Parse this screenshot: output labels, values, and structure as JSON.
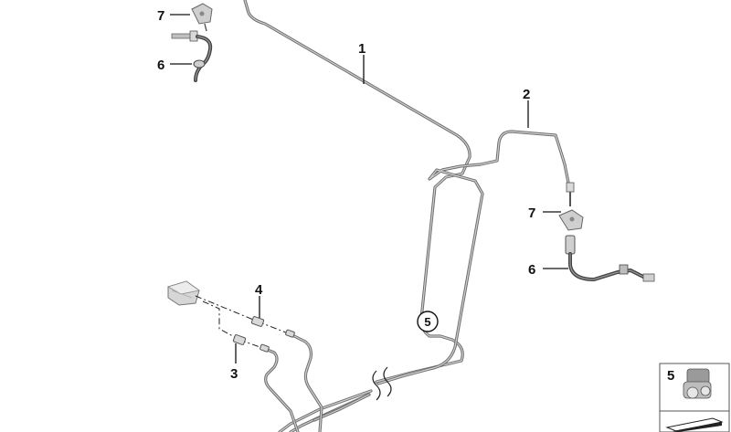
{
  "callouts": {
    "n1": "1",
    "n2": "2",
    "n3": "3",
    "n4": "4",
    "n5_circled": "5",
    "n6_top": "6",
    "n6_right": "6",
    "n7_top": "7",
    "n7_right": "7"
  },
  "legend_box": {
    "label": "5"
  }
}
